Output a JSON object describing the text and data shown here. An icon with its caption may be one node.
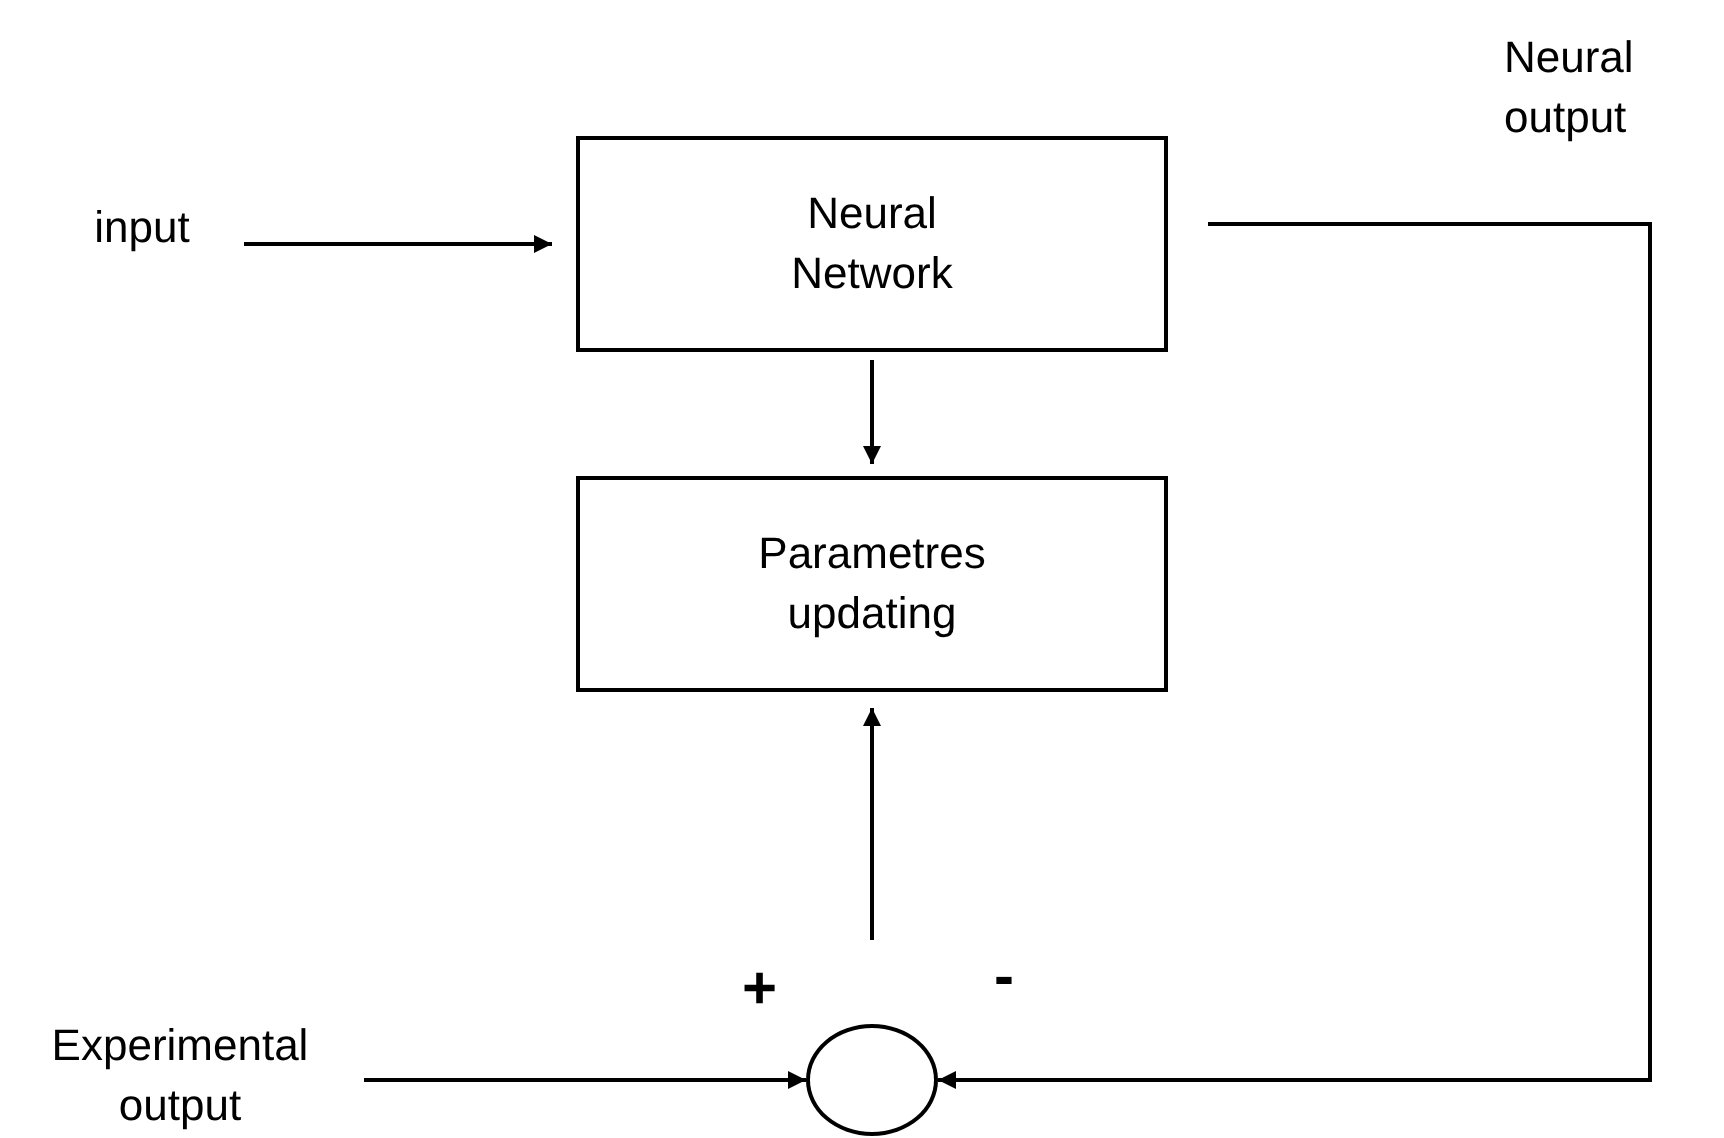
{
  "diagram": {
    "nodes": [
      {
        "text": [
          "input"
        ]
      },
      {
        "text": [
          "Neural Network"
        ]
      },
      {
        "text": [
          "Parametres updating"
        ]
      },
      {
        "text": [
          "Experimental output"
        ]
      },
      {
        "text": [],
        "shape": "circle",
        "beside": [
          "+",
          "-"
        ]
      }
    ],
    "edges": [
      {
        "from": 0,
        "to": 1,
        "arrow": "to"
      },
      {
        "from": 1,
        "to": 2,
        "arrow": "to"
      },
      {
        "from": 4,
        "to": 2,
        "arrow": "to"
      },
      {
        "from": 3,
        "to": 4,
        "arrow": "to"
      },
      {
        "from": 1,
        "to": 4,
        "arrow": "to"
      }
    ],
    "labels": [
      "Neural output"
    ]
  }
}
